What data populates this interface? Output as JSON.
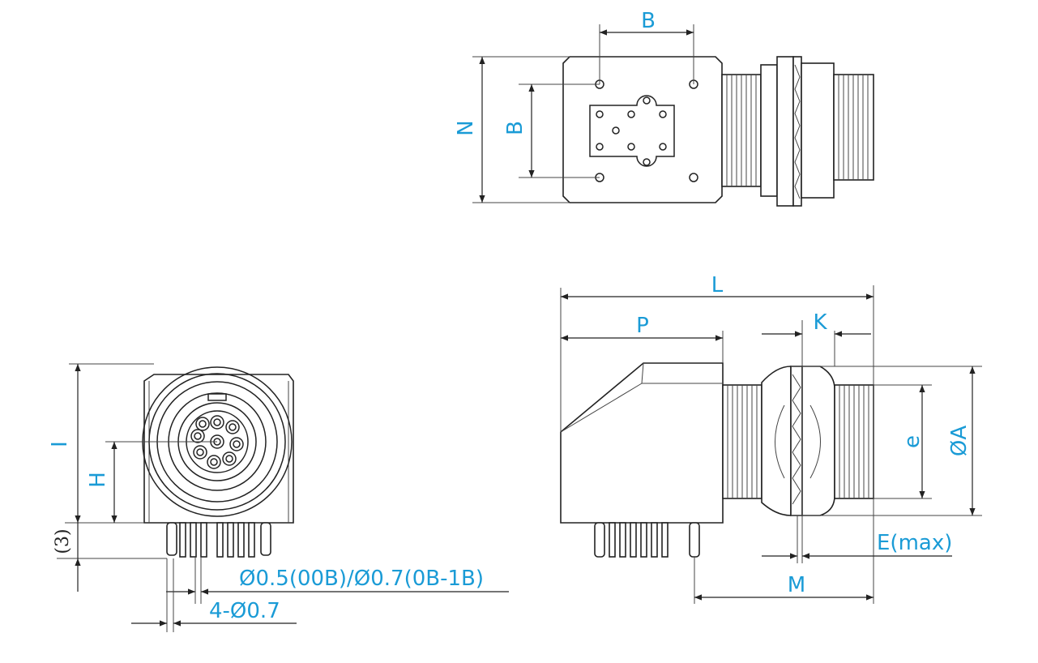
{
  "colors": {
    "label": "#1a9bd6",
    "line": "#222222"
  },
  "top_view": {
    "label_b_horizontal": "B",
    "label_b_vertical": "B",
    "label_n": "N"
  },
  "front_view": {
    "label_i": "I",
    "label_h": "H",
    "label_3": "(3)",
    "label_pin_dia": "Ø0.5(00B)/Ø0.7(0B-1B)",
    "label_mount_dia": "4-Ø0.7"
  },
  "side_view": {
    "label_l": "L",
    "label_p": "P",
    "label_k": "K",
    "label_e": "e",
    "label_oa": "ØA",
    "label_emax": "E(max)",
    "label_m": "M"
  }
}
